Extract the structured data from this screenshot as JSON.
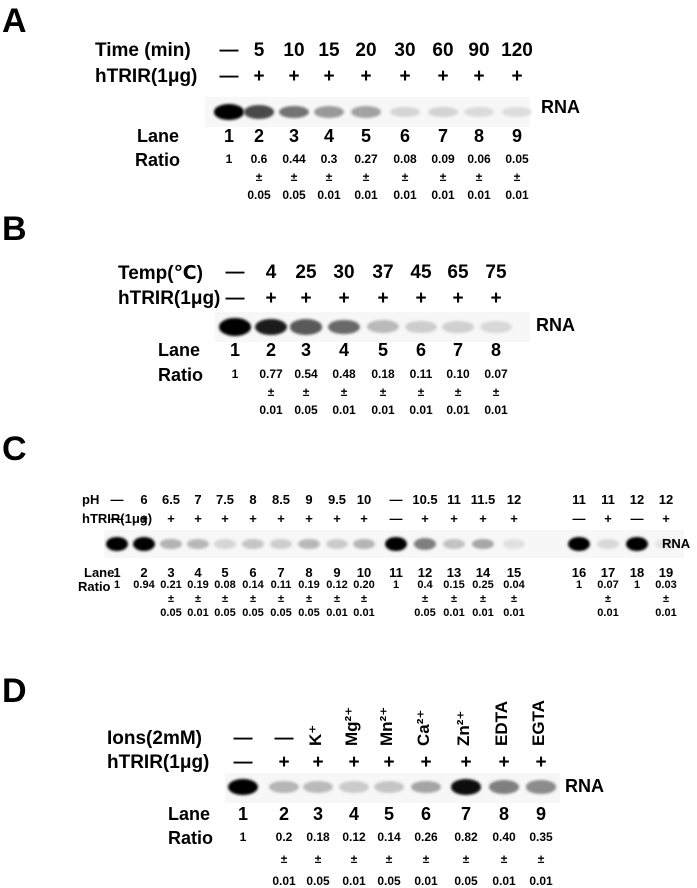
{
  "panels": {
    "A": {
      "letter": "A",
      "row1_label": "Time (min)",
      "row1_values": [
        "—",
        "5",
        "10",
        "15",
        "20",
        "30",
        "60",
        "90",
        "120"
      ],
      "row2_label": "hTRIR(1μg)",
      "row2_values": [
        "—",
        "+",
        "+",
        "+",
        "+",
        "+",
        "+",
        "+",
        "+"
      ],
      "band_label": "RNA",
      "band_intensity": [
        1,
        0.6,
        0.44,
        0.3,
        0.27,
        0.08,
        0.09,
        0.06,
        0.05
      ],
      "lane_label": "Lane",
      "lanes": [
        "1",
        "2",
        "3",
        "4",
        "5",
        "6",
        "7",
        "8",
        "9"
      ],
      "ratio_label": "Ratio",
      "ratios": [
        "1",
        "0.6",
        "0.44",
        "0.3",
        "0.27",
        "0.08",
        "0.09",
        "0.06",
        "0.05"
      ],
      "pm": [
        "",
        "±",
        "±",
        "±",
        "±",
        "±",
        "±",
        "±",
        "±"
      ],
      "errors": [
        "",
        "0.05",
        "0.05",
        "0.01",
        "0.01",
        "0.01",
        "0.01",
        "0.01",
        "0.01"
      ]
    },
    "B": {
      "letter": "B",
      "row1_label": "Temp(℃)",
      "row1_values": [
        "—",
        "4",
        "25",
        "30",
        "37",
        "45",
        "65",
        "75"
      ],
      "row2_label": "hTRIR(1μg)",
      "row2_values": [
        "—",
        "+",
        "+",
        "+",
        "+",
        "+",
        "+",
        "+"
      ],
      "band_label": "RNA",
      "band_intensity": [
        1,
        0.77,
        0.54,
        0.48,
        0.18,
        0.11,
        0.1,
        0.07
      ],
      "lane_label": "Lane",
      "lanes": [
        "1",
        "2",
        "3",
        "4",
        "5",
        "6",
        "7",
        "8"
      ],
      "ratio_label": "Ratio",
      "ratios": [
        "1",
        "0.77",
        "0.54",
        "0.48",
        "0.18",
        "0.11",
        "0.10",
        "0.07"
      ],
      "pm": [
        "",
        "±",
        "±",
        "±",
        "±",
        "±",
        "±",
        "±"
      ],
      "errors": [
        "",
        "0.01",
        "0.05",
        "0.01",
        "0.01",
        "0.01",
        "0.01",
        "0.01"
      ]
    },
    "C": {
      "letter": "C",
      "row1_label": "pH",
      "row1_values": [
        "—",
        "6",
        "6.5",
        "7",
        "7.5",
        "8",
        "8.5",
        "9",
        "9.5",
        "10",
        "—",
        "10.5",
        "11",
        "11.5",
        "12",
        "11",
        "11",
        "12",
        "12"
      ],
      "row2_label": "hTRIR(1μg)",
      "row2_values": [
        "—",
        "+",
        "+",
        "+",
        "+",
        "+",
        "+",
        "+",
        "+",
        "+",
        "—",
        "+",
        "+",
        "+",
        "+",
        "—",
        "+",
        "—",
        "+"
      ],
      "band_label": "RNA",
      "band_intensity": [
        1,
        0.94,
        0.21,
        0.19,
        0.08,
        0.14,
        0.11,
        0.19,
        0.12,
        0.2,
        1,
        0.4,
        0.15,
        0.25,
        0.04,
        1,
        0.07,
        1,
        0.03
      ],
      "lane_label": "Lane",
      "lanes": [
        "1",
        "2",
        "3",
        "4",
        "5",
        "6",
        "7",
        "8",
        "9",
        "10",
        "11",
        "12",
        "13",
        "14",
        "15",
        "16",
        "17",
        "18",
        "19"
      ],
      "ratio_label": "Ratio",
      "ratios": [
        "1",
        "0.94",
        "0.21",
        "0.19",
        "0.08",
        "0.14",
        "0.11",
        "0.19",
        "0.12",
        "0.20",
        "1",
        "0.4",
        "0.15",
        "0.25",
        "0.04",
        "1",
        "0.07",
        "1",
        "0.03"
      ],
      "pm": [
        "",
        "",
        "±",
        "±",
        "±",
        "±",
        "±",
        "±",
        "±",
        "±",
        "",
        "±",
        "±",
        "±",
        "±",
        "",
        "±",
        "",
        "±"
      ],
      "errors": [
        "",
        "",
        "0.05",
        "0.01",
        "0.05",
        "0.05",
        "0.05",
        "0.05",
        "0.01",
        "0.01",
        "",
        "0.05",
        "0.01",
        "0.01",
        "0.01",
        "",
        "0.01",
        "",
        "0.01"
      ]
    },
    "D": {
      "letter": "D",
      "row1_label": "Ions(2mM)",
      "row1_values": [
        "—",
        "—",
        "K⁺",
        "Mg²⁺",
        "Mn²⁺",
        "Ca²⁺",
        "Zn²⁺",
        "EDTA",
        "EGTA"
      ],
      "row2_label": "hTRIR(1μg)",
      "row2_values": [
        "—",
        "+",
        "+",
        "+",
        "+",
        "+",
        "+",
        "+",
        "+"
      ],
      "band_label": "RNA",
      "band_intensity": [
        1,
        0.2,
        0.18,
        0.12,
        0.14,
        0.26,
        0.82,
        0.4,
        0.35
      ],
      "lane_label": "Lane",
      "lanes": [
        "1",
        "2",
        "3",
        "4",
        "5",
        "6",
        "7",
        "8",
        "9"
      ],
      "ratio_label": "Ratio",
      "ratios": [
        "1",
        "0.2",
        "0.18",
        "0.12",
        "0.14",
        "0.26",
        "0.82",
        "0.40",
        "0.35"
      ],
      "pm": [
        "",
        "±",
        "±",
        "±",
        "±",
        "±",
        "±",
        "±",
        "±"
      ],
      "errors": [
        "",
        "0.01",
        "0.05",
        "0.01",
        "0.05",
        "0.01",
        "0.05",
        "0.01",
        "0.01"
      ]
    }
  }
}
